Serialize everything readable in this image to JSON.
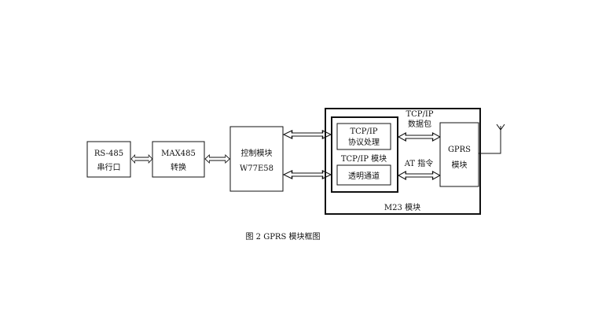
{
  "blocks": {
    "rs485": {
      "line1": "RS-485",
      "line2": "串行口"
    },
    "max485": {
      "line1": "MAX485",
      "line2": "转换"
    },
    "controller": {
      "line1": "控制模块",
      "line2": "W77E58"
    },
    "tcpip_protocol": {
      "line1": "TCP/IP",
      "line2": "协议处理"
    },
    "tcpip_module_label": "TCP/IP 模块",
    "transparent_channel": "透明通道",
    "gprs": {
      "line1": "GPRS",
      "line2": "模块"
    },
    "m23_label": "M23 模块"
  },
  "links": {
    "tcpip_packet": {
      "line1": "TCP/IP",
      "line2": "数据包"
    },
    "at_command": "AT 指令"
  },
  "caption": "图 2 GPRS 模块框图"
}
